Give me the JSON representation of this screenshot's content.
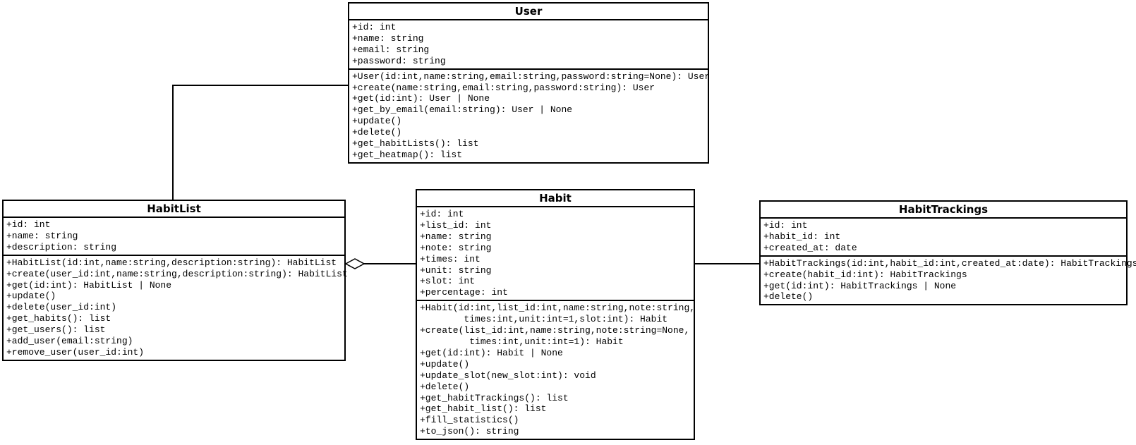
{
  "diagram": {
    "type": "uml-class-diagram",
    "background_color": "#ffffff",
    "line_color": "#000000",
    "text_color": "#000000",
    "classes": [
      {
        "name": "User",
        "attributes": [
          "+id: int",
          "+name: string",
          "+email: string",
          "+password: string"
        ],
        "methods": [
          "+User(id:int,name:string,email:string,password:string=None): User",
          "+create(name:string,email:string,password:string): User",
          "+get(id:int): User | None",
          "+get_by_email(email:string): User | None",
          "+update()",
          "+delete()",
          "+get_habitLists(): list",
          "+get_heatmap(): list"
        ]
      },
      {
        "name": "HabitList",
        "attributes": [
          "+id: int",
          "+name: string",
          "+description: string"
        ],
        "methods": [
          "+HabitList(id:int,name:string,description:string): HabitList",
          "+create(user_id:int,name:string,description:string): HabitList",
          "+get(id:int): HabitList | None",
          "+update()",
          "+delete(user_id:int)",
          "+get_habits(): list",
          "+get_users(): list",
          "+add_user(email:string)",
          "+remove_user(user_id:int)"
        ]
      },
      {
        "name": "Habit",
        "attributes": [
          "+id: int",
          "+list_id: int",
          "+name: string",
          "+note: string",
          "+times: int",
          "+unit: string",
          "+slot: int",
          "+percentage: int"
        ],
        "methods": [
          "+Habit(id:int,list_id:int,name:string,note:string,",
          "        times:int,unit:int=1,slot:int): Habit",
          "+create(list_id:int,name:string,note:string=None,",
          "         times:int,unit:int=1): Habit",
          "+get(id:int): Habit | None",
          "+update()",
          "+update_slot(new_slot:int): void",
          "+delete()",
          "+get_habitTrackings(): list",
          "+get_habit_list(): list",
          "+fill_statistics()",
          "+to_json(): string"
        ]
      },
      {
        "name": "HabitTrackings",
        "attributes": [
          "+id: int",
          "+habit_id: int",
          "+created_at: date"
        ],
        "methods": [
          "+HabitTrackings(id:int,habit_id:int,created_at:date): HabitTrackings",
          "+create(habit_id:int): HabitTrackings",
          "+get(id:int): HabitTrackings | None",
          "+delete()"
        ]
      }
    ],
    "relationships": [
      {
        "from": "User",
        "to": "HabitList",
        "type": "association"
      },
      {
        "from": "HabitList",
        "to": "Habit",
        "type": "aggregation",
        "diamond_end": "HabitList"
      },
      {
        "from": "Habit",
        "to": "HabitTrackings",
        "type": "association"
      }
    ]
  }
}
